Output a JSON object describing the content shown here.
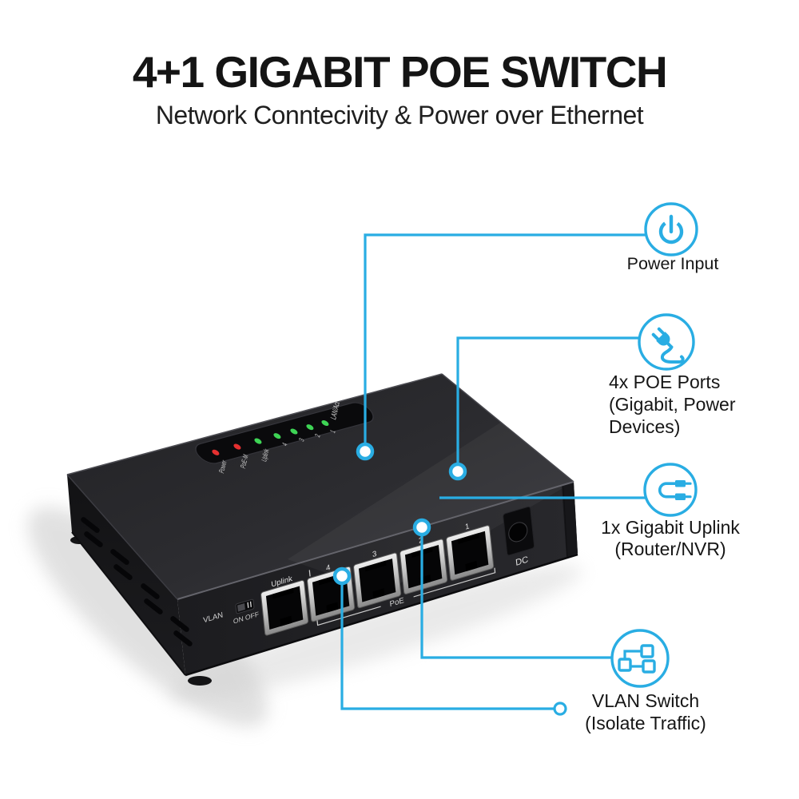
{
  "title": "4+1 GIGABIT POE SWITCH",
  "subtitle": "Network Conntecivity & Power over Ethernet",
  "colors": {
    "accent": "#29ade3",
    "led_red": "#e53030",
    "led_green": "#3ed455",
    "title_text": "#141414"
  },
  "callouts": [
    {
      "name": "power-input",
      "icon": "power-icon",
      "lines": [
        "Power Input"
      ]
    },
    {
      "name": "poe-ports",
      "icon": "plug-icon",
      "lines": [
        "4x POE Ports",
        "(Gigabit, Power",
        "Devices)"
      ]
    },
    {
      "name": "gigabit-uplink",
      "icon": "ethernet-cable-icon",
      "lines": [
        "1x Gigabit Uplink",
        "(Router/NVR)"
      ]
    },
    {
      "name": "vlan-switch",
      "icon": "vlan-network-icon",
      "lines": [
        "VLAN Switch",
        "(Isolate Traffic)"
      ]
    }
  ],
  "device": {
    "led_panel": {
      "labels": [
        "Power",
        "PoE-M",
        "Uplink",
        "4",
        "3",
        "2",
        "1"
      ],
      "group_label": "LAN/Act"
    },
    "front_panel": {
      "port_labels": [
        "Uplink",
        "4",
        "3",
        "2",
        "1"
      ],
      "poe_group_label": "PoE",
      "dc_label": "DC",
      "vlan_label": "VLAN",
      "vlan_switch_label": "ON OFF"
    }
  }
}
